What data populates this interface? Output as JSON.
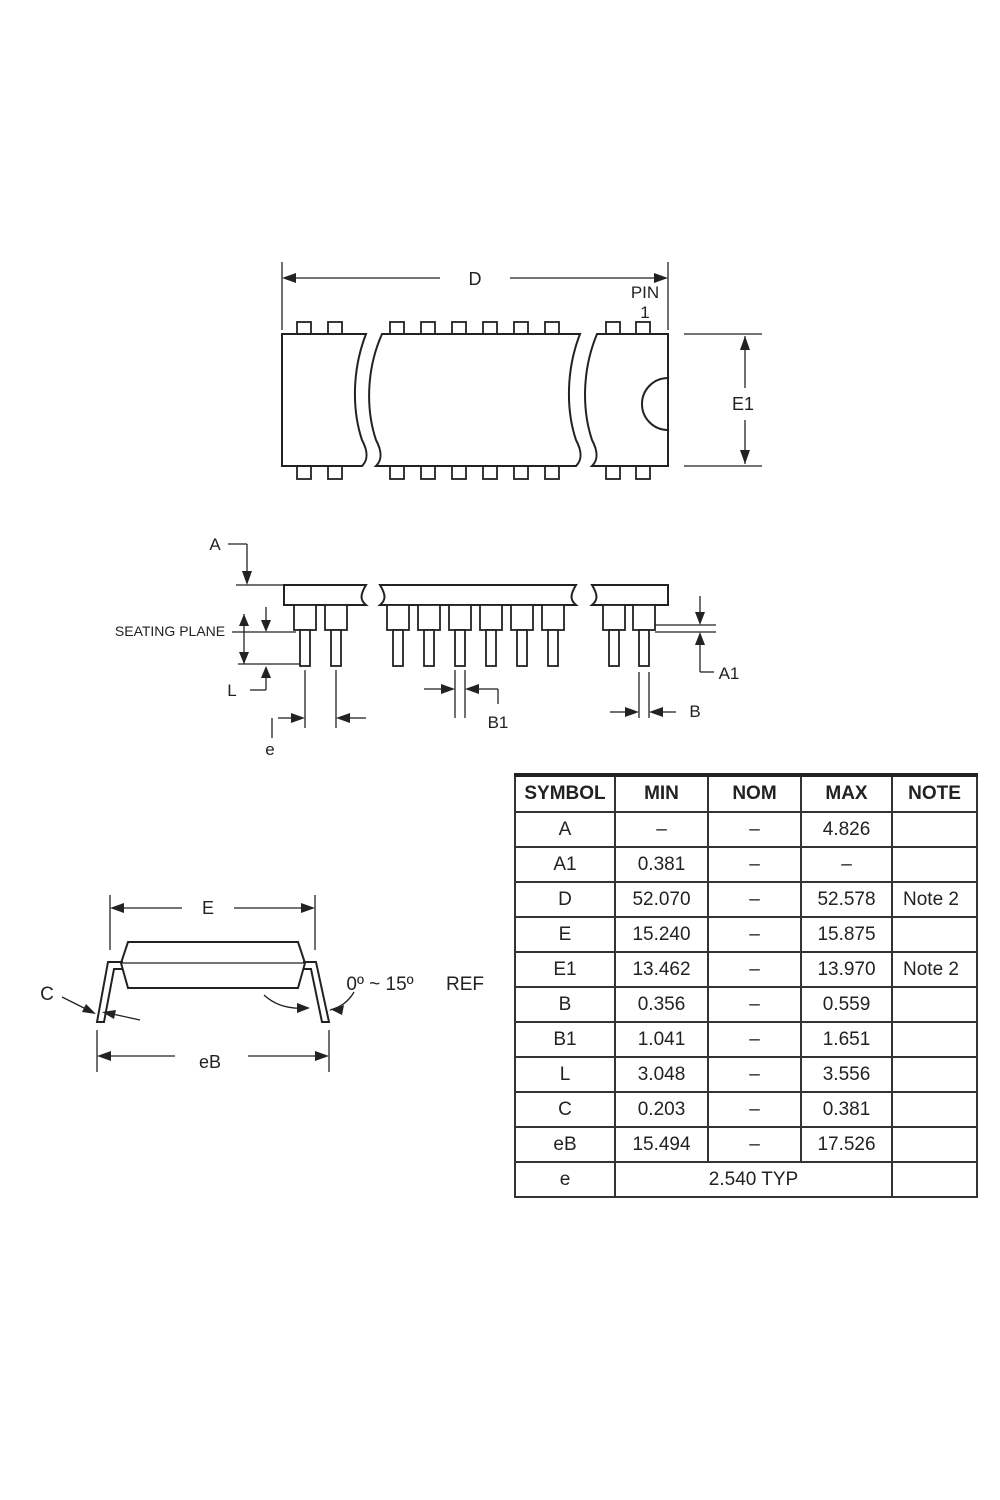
{
  "top_view": {
    "label_d": "D",
    "label_pin": "PIN",
    "label_pin_num": "1",
    "label_e1": "E1"
  },
  "front_view": {
    "label_a": "A",
    "label_seating": "SEATING PLANE",
    "label_l": "L",
    "label_e": "e",
    "label_b1": "B1",
    "label_a1": "A1",
    "label_b": "B"
  },
  "side_view": {
    "label_e": "E",
    "label_c": "C",
    "label_angle": "0º ~ 15º",
    "label_ref": "REF",
    "label_eb": "eB"
  },
  "table": {
    "headers": [
      "SYMBOL",
      "MIN",
      "NOM",
      "MAX",
      "NOTE"
    ],
    "rows": [
      {
        "symbol": "A",
        "min": "–",
        "nom": "–",
        "max": "4.826",
        "note": ""
      },
      {
        "symbol": "A1",
        "min": "0.381",
        "nom": "–",
        "max": "–",
        "note": ""
      },
      {
        "symbol": "D",
        "min": "52.070",
        "nom": "–",
        "max": "52.578",
        "note": "Note 2"
      },
      {
        "symbol": "E",
        "min": "15.240",
        "nom": "–",
        "max": "15.875",
        "note": ""
      },
      {
        "symbol": "E1",
        "min": "13.462",
        "nom": "–",
        "max": "13.970",
        "note": "Note 2"
      },
      {
        "symbol": "B",
        "min": "0.356",
        "nom": "–",
        "max": "0.559",
        "note": ""
      },
      {
        "symbol": "B1",
        "min": "1.041",
        "nom": "–",
        "max": "1.651",
        "note": ""
      },
      {
        "symbol": "L",
        "min": "3.048",
        "nom": "–",
        "max": "3.556",
        "note": ""
      },
      {
        "symbol": "C",
        "min": "0.203",
        "nom": "–",
        "max": "0.381",
        "note": ""
      },
      {
        "symbol": "eB",
        "min": "15.494",
        "nom": "–",
        "max": "17.526",
        "note": ""
      }
    ],
    "last_row": {
      "symbol": "e",
      "value": "2.540 TYP",
      "note": ""
    }
  }
}
